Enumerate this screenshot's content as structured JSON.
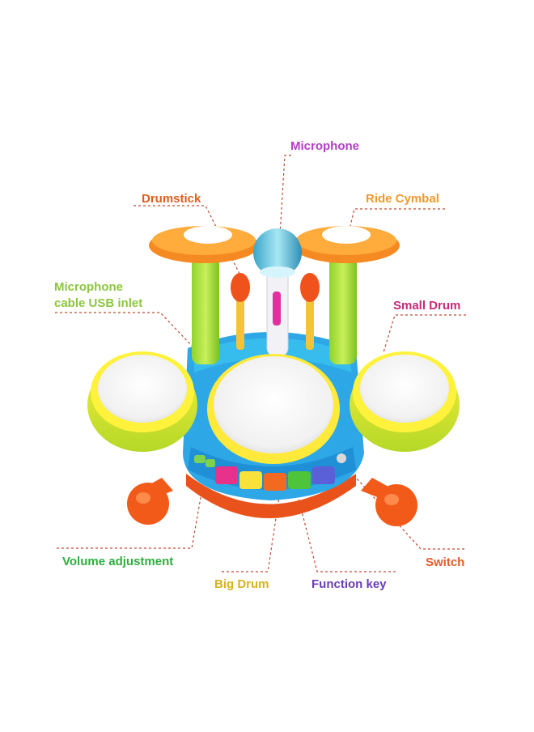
{
  "labels": {
    "microphone": "Microphone",
    "drumstick": "Drumstick",
    "ride_cymbal": "Ride Cymbal",
    "mic_cable_line1": "Microphone",
    "mic_cable_line2": "cable USB inlet",
    "small_drum": "Small Drum",
    "volume_adjustment": "Volume adjustment",
    "switch": "Switch",
    "big_drum": "Big Drum",
    "function_key": "Function key"
  },
  "colors": {
    "microphone": "#b63cc8",
    "drumstick": "#e25d1e",
    "ride_cymbal": "#f09a2a",
    "mic_cable": "#8cc63f",
    "small_drum": "#c8297a",
    "volume_adjustment": "#2fae3e",
    "switch": "#e65b2a",
    "big_drum": "#d7b21c",
    "function_key": "#6a3bb3",
    "leader_line": "#c04a33"
  }
}
